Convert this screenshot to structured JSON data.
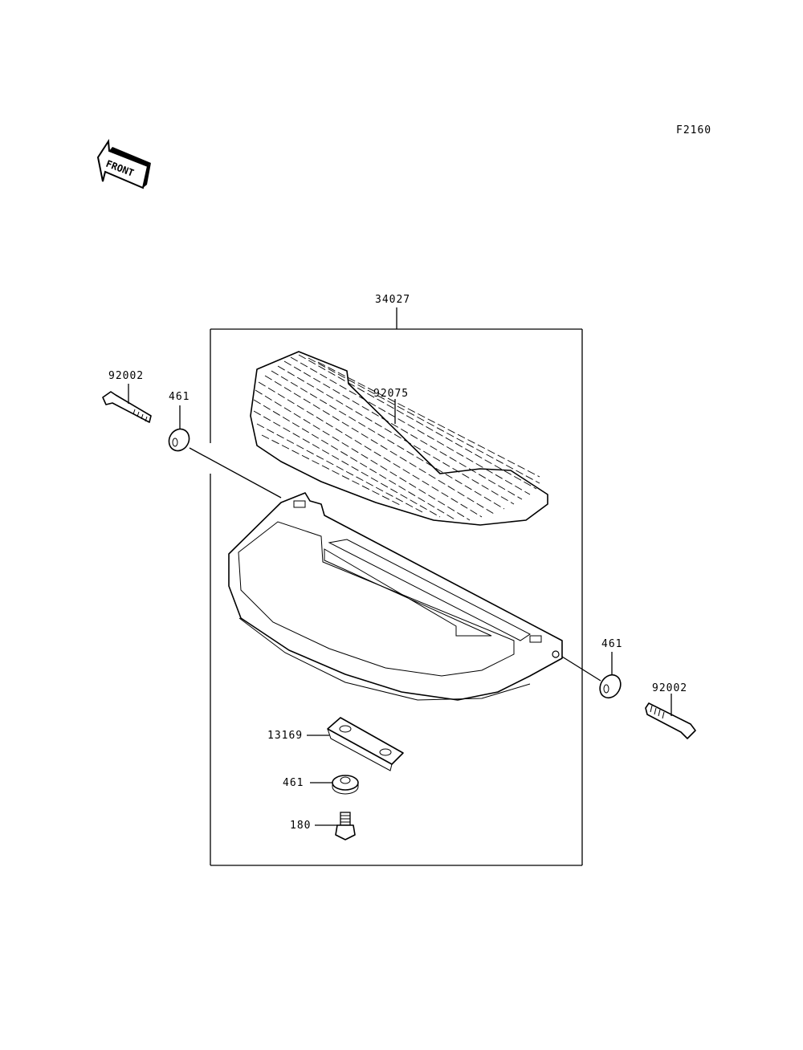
{
  "figure_code": "F2160",
  "front_indicator": {
    "text": "FRONT",
    "icon": "front-arrow-icon"
  },
  "callouts": {
    "assembly": "34027",
    "footboard_rubber": "92075",
    "bolt_left": "92002",
    "washer_left": "461",
    "washer_right": "461",
    "bolt_right": "92002",
    "plate": "13169",
    "washer_bottom": "461",
    "bolt_bottom": "180"
  }
}
